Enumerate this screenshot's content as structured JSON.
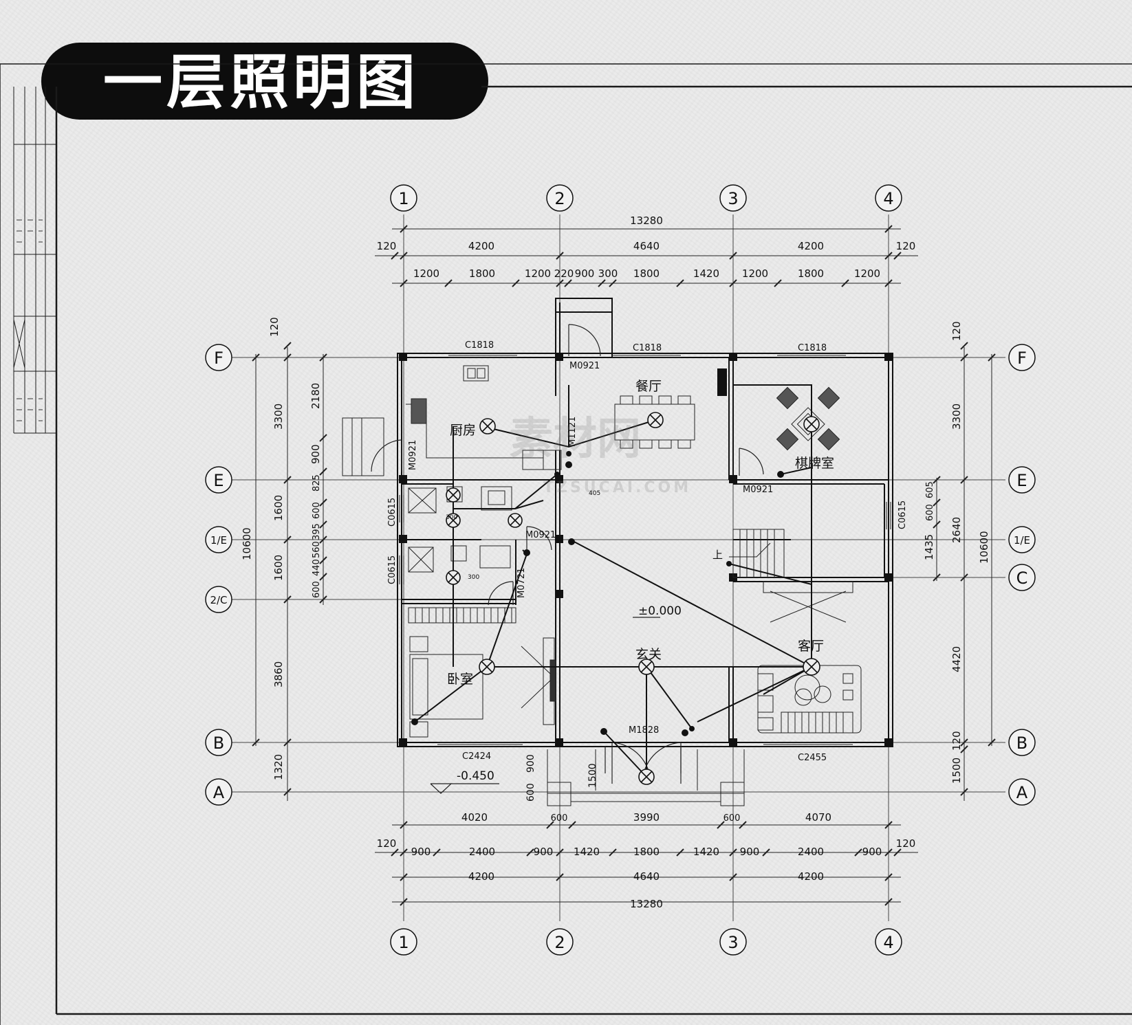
{
  "title": "一层照明图",
  "watermark": {
    "main": "素材网",
    "sub": "TZSUCAI.COM"
  },
  "axes": {
    "columns": [
      "1",
      "2",
      "3",
      "4"
    ],
    "rows": [
      "F",
      "E",
      "1/E",
      "2/C",
      "C",
      "B",
      "A"
    ]
  },
  "dimensions": {
    "top_total": "13280",
    "top_bays": [
      "120",
      "4200",
      "4640",
      "4200",
      "120"
    ],
    "top_details": [
      "1200",
      "1800",
      "1200",
      "220",
      "900",
      "300",
      "1800",
      "1420",
      "1200",
      "1800",
      "1200"
    ],
    "bottom_segments": [
      "4020",
      "600",
      "3990",
      "600",
      "4070"
    ],
    "bottom_details": [
      "120",
      "900",
      "2400",
      "900",
      "1420",
      "1800",
      "1420",
      "900",
      "2400",
      "900",
      "120"
    ],
    "bottom_bays": [
      "4200",
      "4640",
      "4200"
    ],
    "bottom_total": "13280",
    "left_outer": [
      "120",
      "3300",
      "1600",
      "1600",
      "3860",
      "1320"
    ],
    "left_total": "10600",
    "left_inner": [
      "2180",
      "900",
      "825",
      "600",
      "395",
      "560",
      "440",
      "600"
    ],
    "right_outer": [
      "120",
      "3300",
      "2640",
      "4420",
      "120",
      "1500"
    ],
    "right_total": "10600",
    "right_inner": [
      "605",
      "600",
      "1435"
    ],
    "entrance": [
      "900",
      "600",
      "1500"
    ]
  },
  "rooms": {
    "kitchen": "厨房",
    "dining": "餐厅",
    "chess": "棋牌室",
    "bedroom": "卧室",
    "foyer": "玄关",
    "living": "客厅"
  },
  "codes": {
    "window_top_left": "C1818",
    "window_top_mid": "C1818",
    "window_top_right": "C1818",
    "door_top": "M0921",
    "door_kitchen": "M0921",
    "door_kitchen_inner": "M1121",
    "door_chess": "M0921",
    "door_bath": "M0921",
    "door_bath2": "M0721",
    "window_bath1": "C0615",
    "window_bath2": "C0615",
    "window_right": "C0615",
    "door_main": "M1828",
    "window_bottom_left": "C2424",
    "window_bottom_right": "C2455",
    "small_300_a": "300",
    "small_300_b": "300",
    "small_405": "405"
  },
  "levels": {
    "floor": "±0.000",
    "outside": "-0.450"
  },
  "stair_label": "上"
}
